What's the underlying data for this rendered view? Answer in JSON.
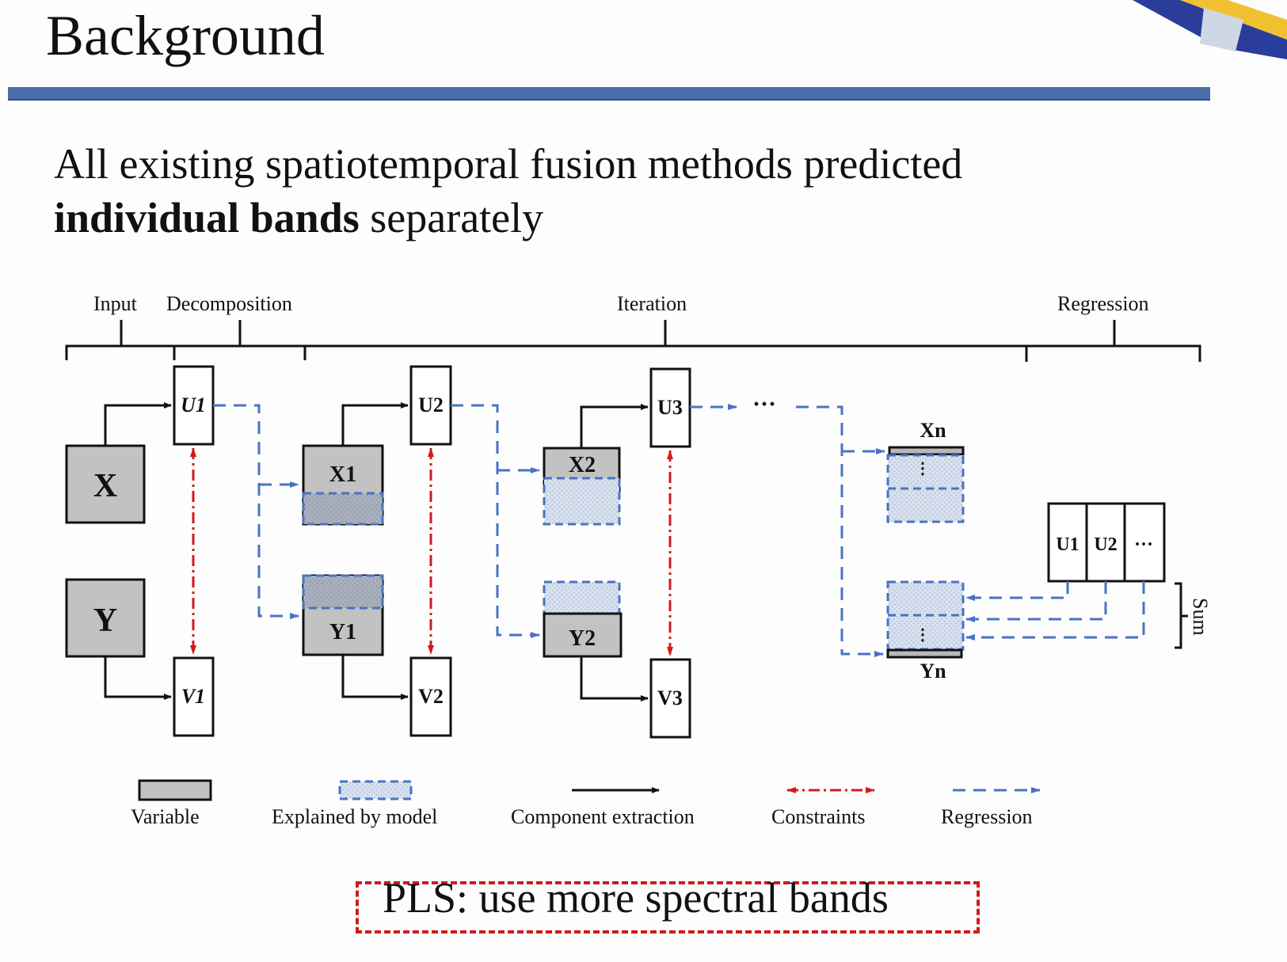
{
  "slide": {
    "title": "Background",
    "line1": "All existing spatiotemporal fusion methods predicted",
    "line2_bold": "individual bands",
    "line2_rest": " separately"
  },
  "diagram": {
    "stages": [
      "Input",
      "Decomposition",
      "Iteration",
      "Regression"
    ],
    "variables": {
      "x": "X",
      "y": "Y",
      "x1": "X1",
      "y1": "Y1",
      "x2": "X2",
      "y2": "Y2",
      "xn": "Xn",
      "yn": "Yn"
    },
    "components": {
      "u1": "U1",
      "v1": "V1",
      "u2": "U2",
      "v2": "V2",
      "u3": "U3",
      "v3": "V3"
    },
    "ellipsis": "···",
    "regression_box": [
      "U1",
      "U2",
      "···"
    ],
    "sum_label": "Sum",
    "legend": [
      "Variable",
      "Explained by model",
      "Component extraction",
      "Constraints",
      "Regression"
    ]
  },
  "footer": {
    "callout": "PLS: use more spectral bands"
  },
  "colors": {
    "accent_bar": "#4a6fa8",
    "regression": "#4a72c4",
    "constraint": "#d11a1a",
    "variable_fill": "#c2c2c2"
  }
}
